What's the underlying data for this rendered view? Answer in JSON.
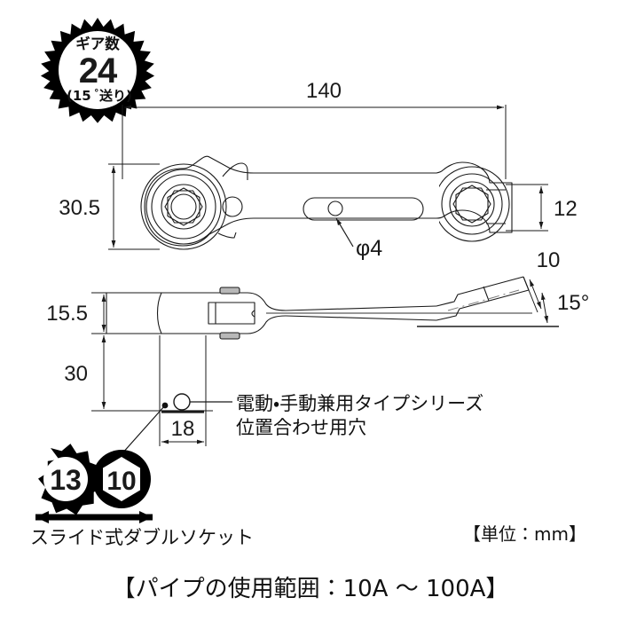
{
  "document": {
    "type": "technical-drawing",
    "subject": "ratchet-wrench",
    "background_color": "#ffffff",
    "line_color": "#1a1a1a",
    "text_color": "#111111"
  },
  "badge": {
    "name": "gear-count-badge",
    "line1": "ギア数",
    "value": "24",
    "line3_prefix": "(15",
    "line3_degree": "°",
    "line3_suffix": "送り)",
    "fill": "#000000",
    "inner_fill": "#ffffff"
  },
  "dimensions": {
    "overall_length": "140",
    "head_width": "30.5",
    "box_end_width": "12",
    "hole_diameter": "φ4",
    "side_height": "15.5",
    "drop_height": "30",
    "offset_width": "18",
    "tip_length": "10",
    "bend_angle": "15°"
  },
  "annotations": {
    "alignment_hole_line1": "電動・手動兼用タイプシリーズ",
    "alignment_hole_line2": "位置合わせ用穴"
  },
  "socket_badges": {
    "large": "13",
    "small": "10",
    "caption": "スライド式ダブルソケット"
  },
  "notes": {
    "unit": "【単位：mm】",
    "pipe_range": "【パイプの使用範囲：10A 〜 100A】"
  }
}
